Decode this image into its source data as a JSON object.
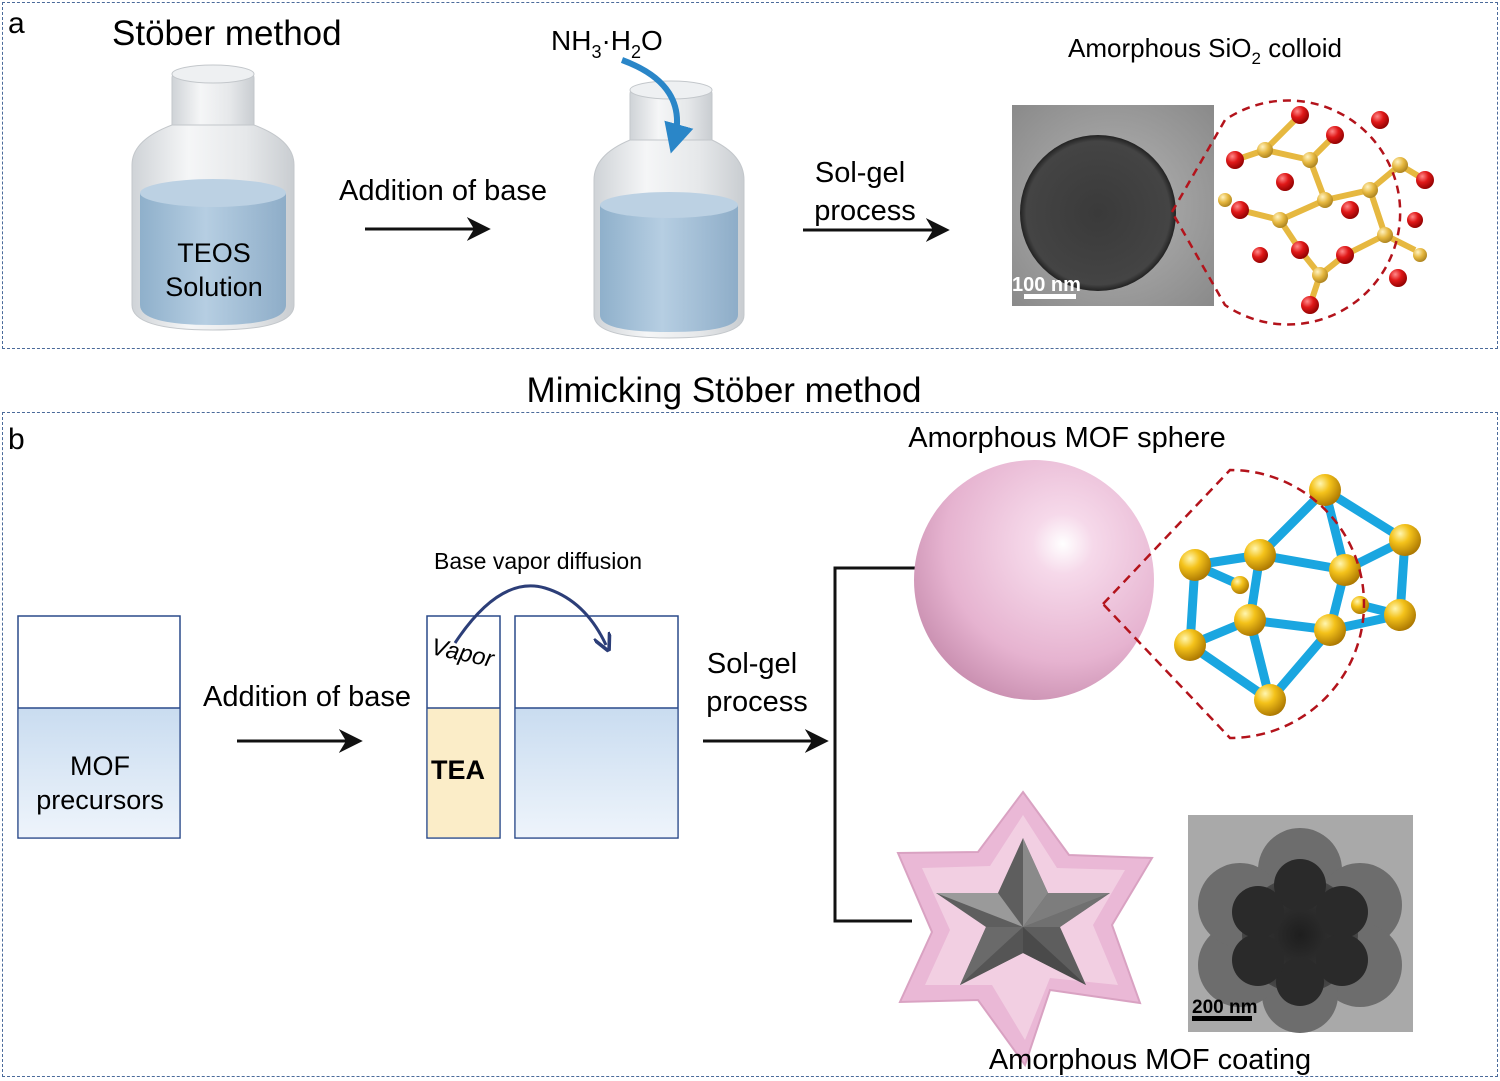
{
  "panel_a": {
    "label": "a",
    "title": "Stöber method",
    "bottle1_text_line1": "TEOS",
    "bottle1_text_line2": "Solution",
    "arrow1_label": "Addition of base",
    "reagent_main1": "NH",
    "reagent_sub1": "3",
    "reagent_mid": "·H",
    "reagent_sub2": "2",
    "reagent_main2": "O",
    "arrow2_label_line1": "Sol-gel",
    "arrow2_label_line2": "process",
    "product_title_main": "Amorphous SiO",
    "product_title_sub": "2",
    "product_title_end": " colloid",
    "tem_scale": "100 nm"
  },
  "middle_title": "Mimicking Stöber method",
  "panel_b": {
    "label": "b",
    "beaker1_text_line1": "MOF",
    "beaker1_text_line2": "precursors",
    "arrow1_label": "Addition of base",
    "vapor_label": "Base vapor diffusion",
    "vapor_text": "Vapor",
    "tea_text": "TEA",
    "arrow2_label_line1": "Sol-gel",
    "arrow2_label_line2": "process",
    "sphere_title": "Amorphous MOF sphere",
    "coating_title": "Amorphous MOF coating",
    "tem_scale": "200 nm"
  },
  "colors": {
    "panel_border": "#4a6a9a",
    "liquid_blue": "#a9c4dc",
    "beaker_blue": "#dce8f5",
    "tea_yellow": "#fbedc8",
    "sphere_pink": "#eab8d6",
    "cage_red": "#b3131b",
    "strut_blue": "#1aa6e0",
    "node_gold": "#f0b60e",
    "si_gold": "#e6b840",
    "o_red": "#e01818"
  }
}
